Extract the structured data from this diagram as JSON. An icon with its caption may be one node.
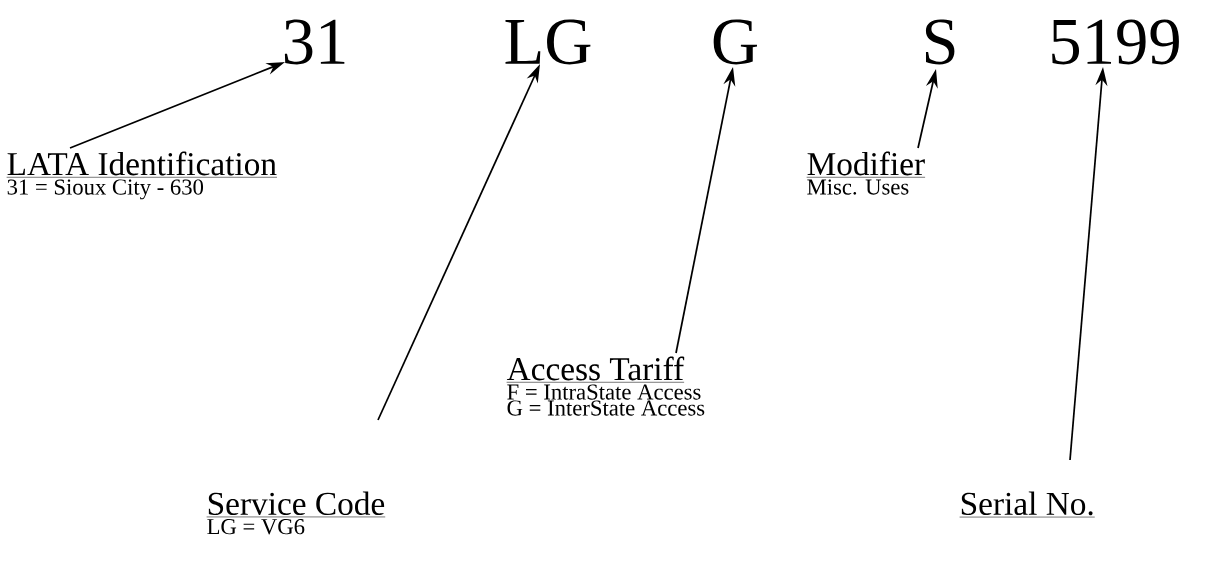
{
  "diagram": {
    "nodes": [
      {
        "text": [
          "31"
        ]
      },
      {
        "text": [
          "LG"
        ]
      },
      {
        "text": [
          "G"
        ]
      },
      {
        "text": [
          "S"
        ]
      },
      {
        "text": [
          "5199"
        ]
      },
      {
        "text": [
          "LATA Identification",
          "31 = Sioux City - 630"
        ]
      },
      {
        "text": [
          "Modifier",
          "Misc. Uses"
        ]
      },
      {
        "text": [
          "Access Tariff",
          "F = IntraState Access",
          "G = InterState Access"
        ]
      },
      {
        "text": [
          "Service Code",
          "LG = VG6"
        ]
      },
      {
        "text": [
          "Serial No."
        ]
      }
    ],
    "edges": [
      {
        "from": 5,
        "to": 0,
        "arrow": "to"
      },
      {
        "from": 8,
        "to": 1,
        "arrow": "to"
      },
      {
        "from": 7,
        "to": 2,
        "arrow": "to"
      },
      {
        "from": 6,
        "to": 3,
        "arrow": "to"
      },
      {
        "from": 9,
        "to": 4,
        "arrow": "to"
      }
    ]
  }
}
